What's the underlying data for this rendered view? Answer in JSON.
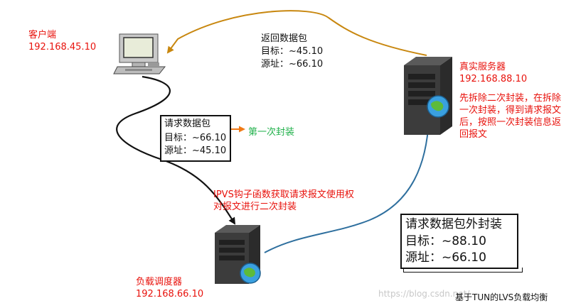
{
  "client": {
    "label": "客户端",
    "ip": "192.168.45.10"
  },
  "real_server": {
    "label": "真实服务器",
    "ip": "192.168.88.10",
    "note_lines": [
      "先拆除二次封装，在拆除",
      "一次封装，得到请求报文",
      "后，按照一次封装信息返",
      "回报文"
    ]
  },
  "load_balancer": {
    "label": "负载调度器",
    "ip": "192.168.66.10"
  },
  "return_packet": {
    "title": "返回数据包",
    "target": "目标：~45.10",
    "source": "源址：~66.10"
  },
  "request_packet": {
    "title": "请求数据包",
    "target": "目标：~66.10",
    "source": "源址：~45.10"
  },
  "first_encap": "第一次封装",
  "ipvs_note_lines": [
    "IPVS钩子函数获取请求报文使用权",
    "对报文进行二次封装"
  ],
  "outer_packet": {
    "title": "请求数据包外封装",
    "target": "目标：~88.10",
    "source": "源址：~66.10"
  },
  "caption": "基于TUN的LVS负载均衡",
  "watermark": "https://blog.csdn.net/",
  "colors": {
    "red": "#e8120c",
    "green": "#22b14c",
    "orange": "#f07a16",
    "gold": "#c8870f",
    "blue": "#2e6f9e"
  }
}
